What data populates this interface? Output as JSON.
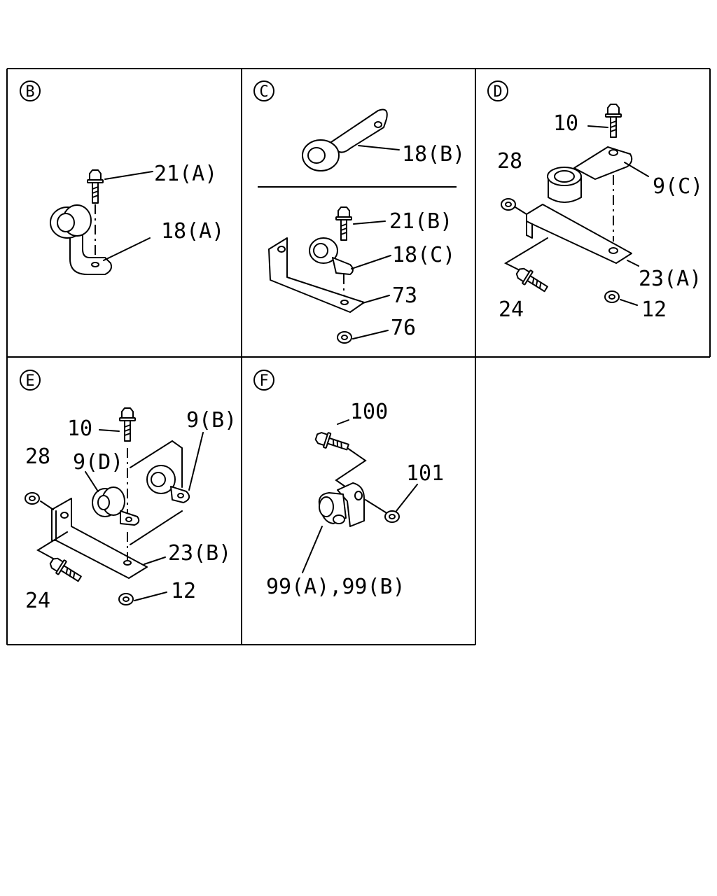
{
  "panels": {
    "B": {
      "caption": "B",
      "labels": {
        "bolt": "21(A)",
        "clip": "18(A)"
      }
    },
    "C": {
      "caption": "C",
      "labels": {
        "clamp_top": "18(B)",
        "bolt": "21(B)",
        "clip": "18(C)",
        "bracket": "73",
        "nut": "76"
      }
    },
    "D": {
      "caption": "D",
      "labels": {
        "bolt": "10",
        "nut_left": "28",
        "clamp": "9(C)",
        "bracket": "23(A)",
        "bolt_side": "24",
        "nut_bottom": "12"
      }
    },
    "E": {
      "caption": "E",
      "labels": {
        "bolt": "10",
        "clamp_right": "9(B)",
        "nut_left": "28",
        "clamp_left": "9(D)",
        "bracket": "23(B)",
        "bolt_side": "24",
        "nut_bottom": "12"
      }
    },
    "F": {
      "caption": "F",
      "labels": {
        "bolt": "100",
        "nut": "101",
        "clamp": "99(A),99(B)"
      }
    }
  }
}
